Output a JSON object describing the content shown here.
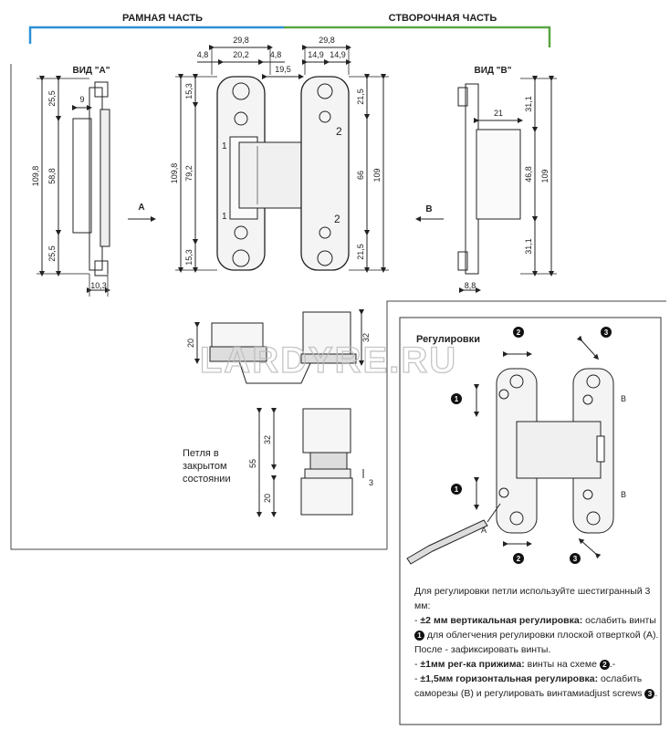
{
  "headers": {
    "frame": "РАМНАЯ ЧАСТЬ",
    "sash": "СТВОРОЧНАЯ ЧАСТЬ"
  },
  "views": {
    "a": "ВИД \"A\"",
    "b": "ВИД \"B\"",
    "arrow_a": "A",
    "arrow_b": "B"
  },
  "view_a_dims": {
    "d1": "25,5",
    "d2": "9",
    "d3": "109,8",
    "d4": "58,8",
    "d5": "25,5",
    "d6": "10,3"
  },
  "frame_dims": {
    "d1": "29,8",
    "d2": "4,8",
    "d3": "20,2",
    "d4": "4,8",
    "d5": "19,5",
    "d6": "15,3",
    "d7": "109,8",
    "d8": "79,2",
    "d9": "15,3"
  },
  "sash_dims": {
    "d1": "29,8",
    "d2": "14,9",
    "d3": "14,9",
    "d4": "21,5",
    "d5": "66",
    "d6": "109",
    "d7": "21,5"
  },
  "view_b_dims": {
    "d1": "21",
    "d2": "31,1",
    "d3": "46,8",
    "d4": "109",
    "d5": "31,1",
    "d6": "8,8"
  },
  "hinge_marks": {
    "n1": "1",
    "n2": "2",
    "n3": "2",
    "n4": "1"
  },
  "open_side_dims": {
    "d1": "20",
    "d2": "32"
  },
  "closed_dims": {
    "d1": "32",
    "d2": "55",
    "d3": "20",
    "d4": "3"
  },
  "closed_label": {
    "line1": "Петля в",
    "line2": "закрытом",
    "line3": "состоянии"
  },
  "watermark": "LARDYRE.RU",
  "adjust": {
    "title": "Регулировки",
    "labels": {
      "n1": "1",
      "n2": "2",
      "n3": "3",
      "n4": "1",
      "n5": "2",
      "n6": "3",
      "b1": "B",
      "b2": "B",
      "a": "A"
    },
    "hint": {
      "intro": "Для регулировки петли используйте шестигранный 3 мм:",
      "p1_bold": "±2 мм вертикальная регулировка:",
      "p1_text": "ослабить винты",
      "p1_num": "1",
      "p1_rest": "для облегчения регулировки плоской отверткой (А). После - зафиксировать винты.",
      "p2_bold": "±1мм рег-ка прижима:",
      "p2_text": "винты на схеме",
      "p2_num": "2",
      "p2_rest": ".-",
      "p3_bold": "±1,5мм горизонтальная регулировка:",
      "p3_text": "ослабить саморезы (В) и регулировать винтамиadjust screws",
      "p3_num": "3"
    }
  },
  "colors": {
    "frame_bracket": "#2f8fd6",
    "sash_bracket": "#5aa642"
  }
}
